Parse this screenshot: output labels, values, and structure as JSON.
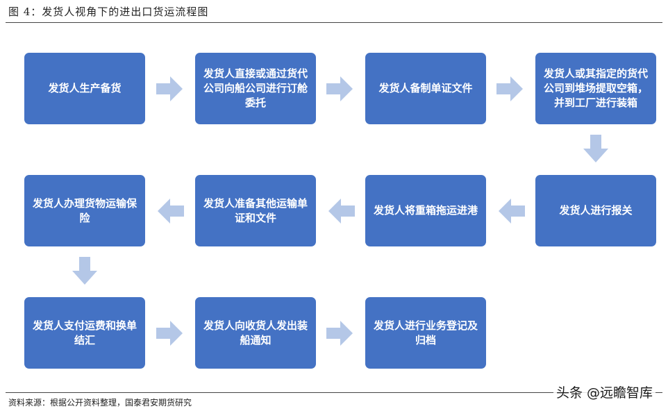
{
  "title": "图 4：发货人视角下的进出口货运流程图",
  "source": "资料来源：根据公开资料整理，国泰君安期货研究",
  "watermark": "头条 @远瞻智库",
  "colors": {
    "box": "#4472C4",
    "arrow": "#B4C7E7",
    "text": "#FFFFFF"
  },
  "steps": [
    {
      "label": "发货人生产备货"
    },
    {
      "label": "发货人直接或通过货代公司向船公司进行订舱委托"
    },
    {
      "label": "发货人备制单证文件"
    },
    {
      "label": "发货人或其指定的货代公司到堆场提取空箱，并到工厂进行装箱"
    },
    {
      "label": "发货人进行报关"
    },
    {
      "label": "发货人将重箱拖运进港"
    },
    {
      "label": "发货人准备其他运输单证和文件"
    },
    {
      "label": "发货人办理货物运输保险"
    },
    {
      "label": "发货人支付运费和换单结汇"
    },
    {
      "label": "发货人向收货人发出装船通知"
    },
    {
      "label": "发货人进行业务登记及归档"
    }
  ]
}
